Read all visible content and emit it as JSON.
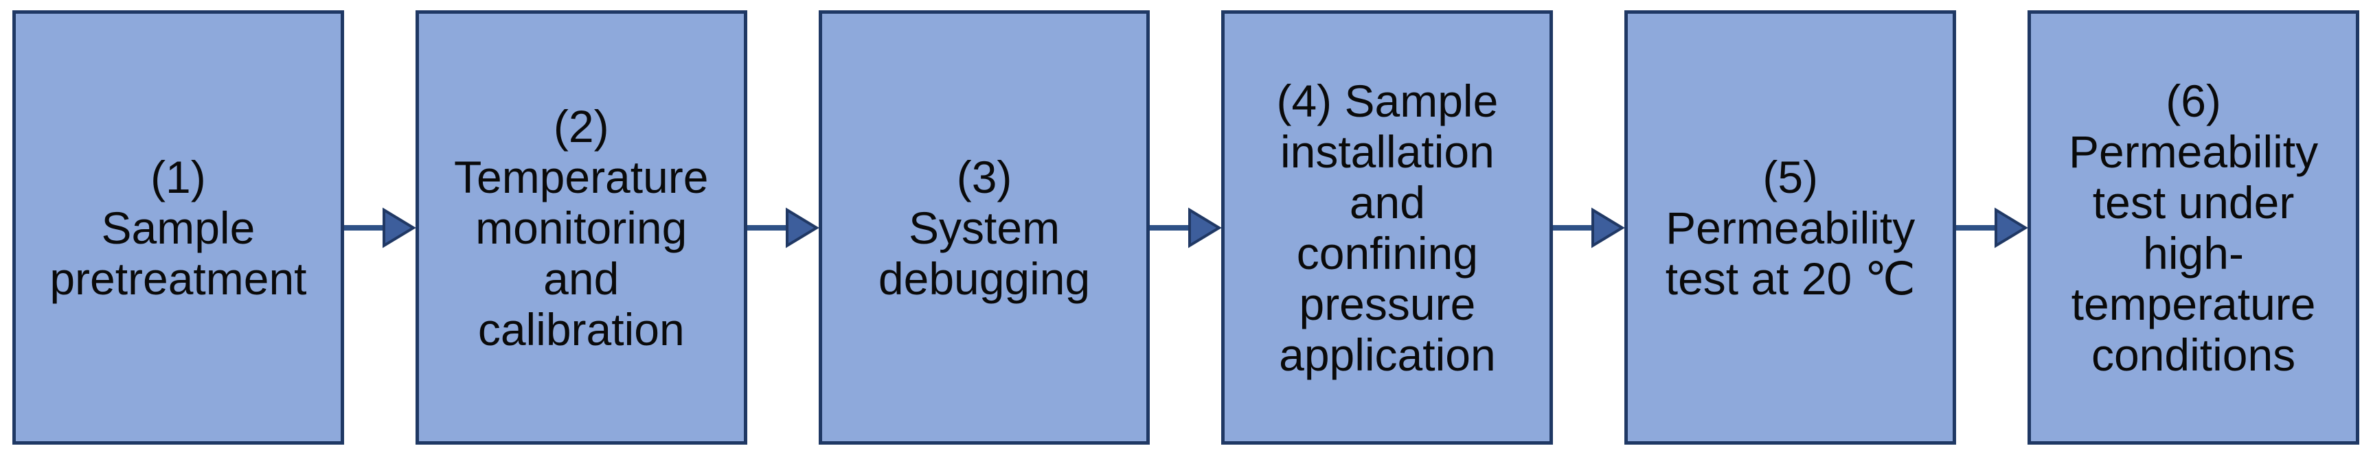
{
  "diagram": {
    "type": "flowchart",
    "direction": "left-to-right",
    "colors": {
      "background": "#FFFFFF",
      "box_fill": "#8EA9DB",
      "box_border": "#1F3864",
      "arrow_shaft": "#2E5186",
      "arrow_head_fill": "#3D5E9C",
      "arrow_head_outline": "#203864",
      "text": "#0A0A0A"
    },
    "connector_icon": "arrow-right-icon",
    "steps": [
      {
        "number": "(1)",
        "label": "(1) Sample pretreatment",
        "text": "(1)\nSample\npretreatment"
      },
      {
        "number": "(2)",
        "label": "(2) Temperature monitoring and calibration",
        "text": "(2)\nTemperature\nmonitoring\nand\ncalibration"
      },
      {
        "number": "(3)",
        "label": "(3) System debugging",
        "text": "(3)\nSystem\ndebugging"
      },
      {
        "number": "(4)",
        "label": "(4) Sample installation and confining pressure application",
        "text": "(4) Sample\ninstallation\nand\nconfining\npressure\napplication"
      },
      {
        "number": "(5)",
        "label": "(5) Permeability test at 20 ℃",
        "text": "(5)\nPermeability\ntest at 20 ℃"
      },
      {
        "number": "(6)",
        "label": "(6) Permeability test under high-temperature conditions",
        "text": "(6)\nPermeability\ntest under\nhigh-\ntemperature\nconditions"
      }
    ]
  }
}
